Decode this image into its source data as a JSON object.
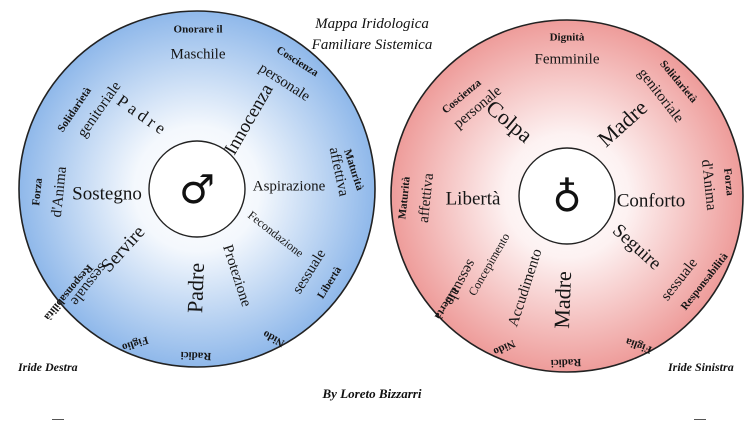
{
  "title": [
    "Mappa Iridologica",
    "Familiare Sistemica"
  ],
  "author": "By Loreto Bizzarri",
  "left_label": "Iride Destra",
  "right_label": "Iride Sinistra",
  "colors": {
    "left_fill_center": "#ffffff",
    "left_fill_edge": "#8fb8ea",
    "right_fill_center": "#ffffff",
    "right_fill_edge": "#ee9c9a",
    "ring": "#222222"
  },
  "left_iris": {
    "symbol": "♂",
    "labels": [
      {
        "text": "Onorare il",
        "style": "sm-bold"
      },
      {
        "text": "Maschile",
        "style": "md"
      },
      {
        "text": "Coscienza",
        "style": "sm-bold"
      },
      {
        "text": "personale",
        "style": "md"
      },
      {
        "text": "Maturità",
        "style": "sm-bold"
      },
      {
        "text": "affettiva",
        "style": "md"
      },
      {
        "text": "Libertà",
        "style": "sm-bold"
      },
      {
        "text": "sessuale",
        "style": "md"
      },
      {
        "text": "Nido",
        "style": "sm-bold"
      },
      {
        "text": "Radici",
        "style": "sm-bold"
      },
      {
        "text": "Figlio",
        "style": "sm-bold"
      },
      {
        "text": "Responsabilità",
        "style": "sm-bold"
      },
      {
        "text": "sessuale",
        "style": "md"
      },
      {
        "text": "Forza",
        "style": "sm-bold"
      },
      {
        "text": "d'Anima",
        "style": "md"
      },
      {
        "text": "Solidarietà",
        "style": "sm-bold"
      },
      {
        "text": "genitoriale",
        "style": "md"
      },
      {
        "text": "Padre",
        "style": "lg-spaced"
      },
      {
        "text": "Innocenza",
        "style": "lg"
      },
      {
        "text": "Aspirazione",
        "style": "md"
      },
      {
        "text": "Fecondazione",
        "style": "sm"
      },
      {
        "text": "Protezione",
        "style": "md"
      },
      {
        "text": "Padre",
        "style": "xl"
      },
      {
        "text": "Servire",
        "style": "lg"
      },
      {
        "text": "Sostegno",
        "style": "lg"
      }
    ]
  },
  "right_iris": {
    "symbol": "♁",
    "labels": [
      {
        "text": "Dignità",
        "style": "sm-bold"
      },
      {
        "text": "Femminile",
        "style": "md"
      },
      {
        "text": "Solidarietà",
        "style": "sm-bold"
      },
      {
        "text": "genitoriale",
        "style": "md"
      },
      {
        "text": "Forza",
        "style": "sm-bold"
      },
      {
        "text": "d'Anima",
        "style": "md"
      },
      {
        "text": "Responsabilità",
        "style": "sm-bold"
      },
      {
        "text": "sessuale",
        "style": "md"
      },
      {
        "text": "Figlia",
        "style": "sm-bold"
      },
      {
        "text": "Radici",
        "style": "sm-bold"
      },
      {
        "text": "Nido",
        "style": "sm-bold"
      },
      {
        "text": "Libertà",
        "style": "sm-bold"
      },
      {
        "text": "sessuale",
        "style": "md"
      },
      {
        "text": "Maturità",
        "style": "sm-bold"
      },
      {
        "text": "affettiva",
        "style": "md"
      },
      {
        "text": "Coscienza",
        "style": "sm-bold"
      },
      {
        "text": "personale",
        "style": "md"
      },
      {
        "text": "Colpa",
        "style": "xl"
      },
      {
        "text": "Madre",
        "style": "xl"
      },
      {
        "text": "Conforto",
        "style": "lg"
      },
      {
        "text": "Seguire",
        "style": "lg"
      },
      {
        "text": "Madre",
        "style": "xl"
      },
      {
        "text": "Accudimento",
        "style": "md"
      },
      {
        "text": "Concepimento",
        "style": "sm"
      },
      {
        "text": "Libertà",
        "style": "lg"
      }
    ]
  }
}
